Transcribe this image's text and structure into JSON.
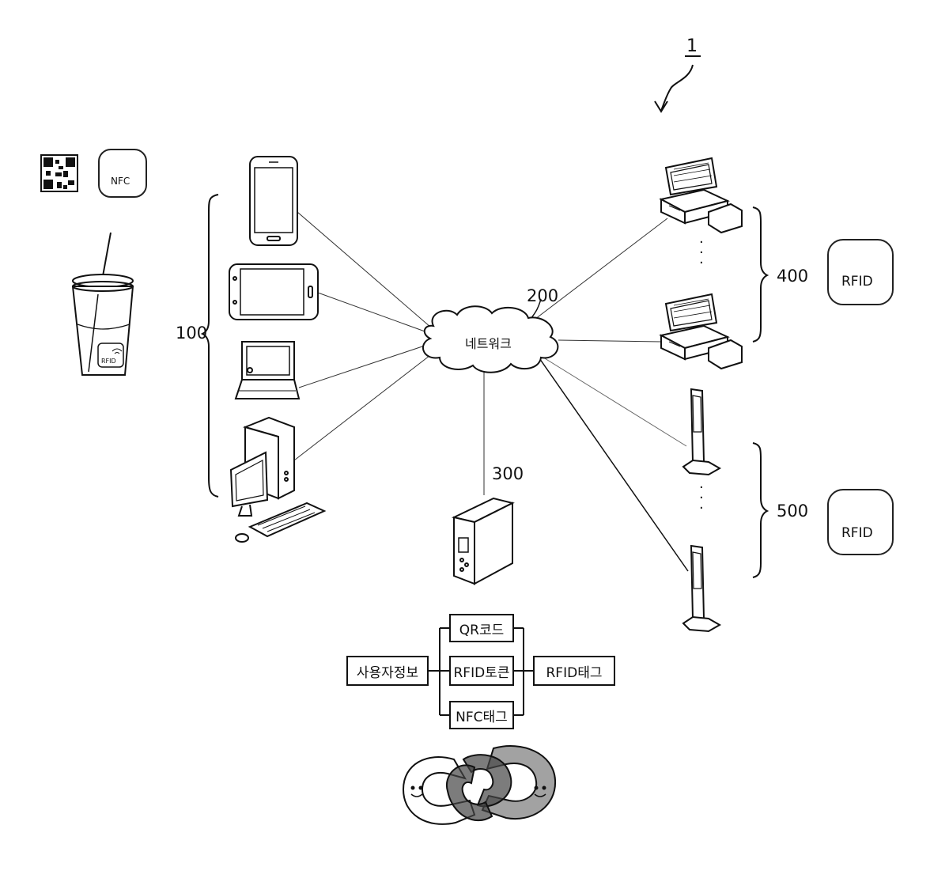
{
  "figure": {
    "ref_number": "1"
  },
  "labels": {
    "user_devices": "100",
    "network_ref": "200",
    "network_name": "네트워크",
    "server_ref": "300",
    "pos_ref": "400",
    "kiosk_ref": "500"
  },
  "badges": {
    "nfc": "NFC",
    "rfid_pos": "RFID",
    "rfid_kiosk": "RFID",
    "cup_tag": "RFID"
  },
  "flow": {
    "user_info": "사용자정보",
    "qr_code": "QR코드",
    "rfid_token": "RFID토큰",
    "nfc_tag": "NFC태그",
    "rfid_tag": "RFID태그"
  },
  "dots": {
    "pos_ellipsis": "·\n·\n·",
    "kiosk_ellipsis": "·\n·\n·"
  }
}
